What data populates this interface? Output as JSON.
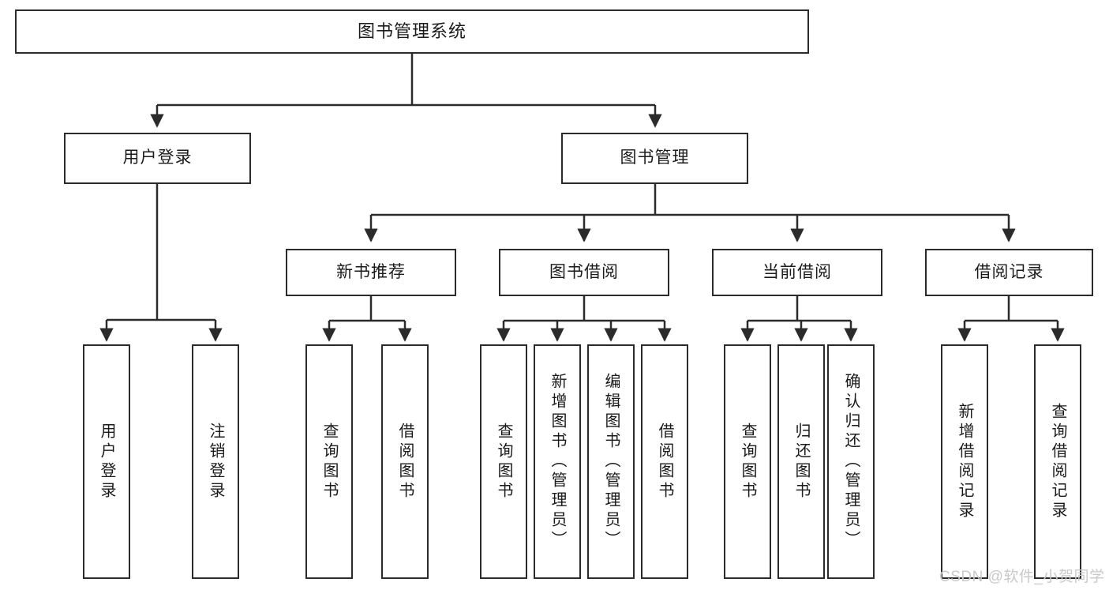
{
  "diagram": {
    "title": "图书管理系统",
    "type": "tree-structure-chart",
    "watermark": "CSDN @软件_小贺同学",
    "colors": {
      "box_stroke": "#2b2b2b",
      "box_fill": "#ffffff",
      "edge": "#2b2b2b",
      "text": "#1b1b1b",
      "watermark": "#c9c9c9",
      "background": "#ffffff"
    },
    "nodes": {
      "root": {
        "label": "图书管理系统"
      },
      "level2": [
        {
          "id": "user-login",
          "label": "用户登录"
        },
        {
          "id": "book-manage",
          "label": "图书管理"
        }
      ],
      "level3": [
        {
          "id": "new-book-recommend",
          "label": "新书推荐"
        },
        {
          "id": "book-borrow",
          "label": "图书借阅"
        },
        {
          "id": "current-borrow",
          "label": "当前借阅"
        },
        {
          "id": "borrow-record",
          "label": "借阅记录"
        }
      ],
      "leaves": {
        "user_login": [
          {
            "id": "leaf-user-login",
            "label": "用户登录"
          },
          {
            "id": "leaf-logout-login",
            "label": "注销登录"
          }
        ],
        "new_book_recommend": [
          {
            "id": "leaf-query-book-1",
            "label": "查询图书"
          },
          {
            "id": "leaf-borrow-book-1",
            "label": "借阅图书"
          }
        ],
        "book_borrow": [
          {
            "id": "leaf-query-book-2",
            "label": "查询图书"
          },
          {
            "id": "leaf-add-book",
            "label": "新增图书（管理员）"
          },
          {
            "id": "leaf-edit-book",
            "label": "编辑图书（管理员）"
          },
          {
            "id": "leaf-borrow-book-2",
            "label": "借阅图书"
          }
        ],
        "current_borrow": [
          {
            "id": "leaf-query-book-3",
            "label": "查询图书"
          },
          {
            "id": "leaf-return-book",
            "label": "归还图书"
          },
          {
            "id": "leaf-confirm-return",
            "label": "确认归还（管理员）"
          }
        ],
        "borrow_record": [
          {
            "id": "leaf-add-borrow-record",
            "label": "新增借阅记录"
          },
          {
            "id": "leaf-query-borrow-record",
            "label": "查询借阅记录"
          }
        ]
      }
    }
  }
}
